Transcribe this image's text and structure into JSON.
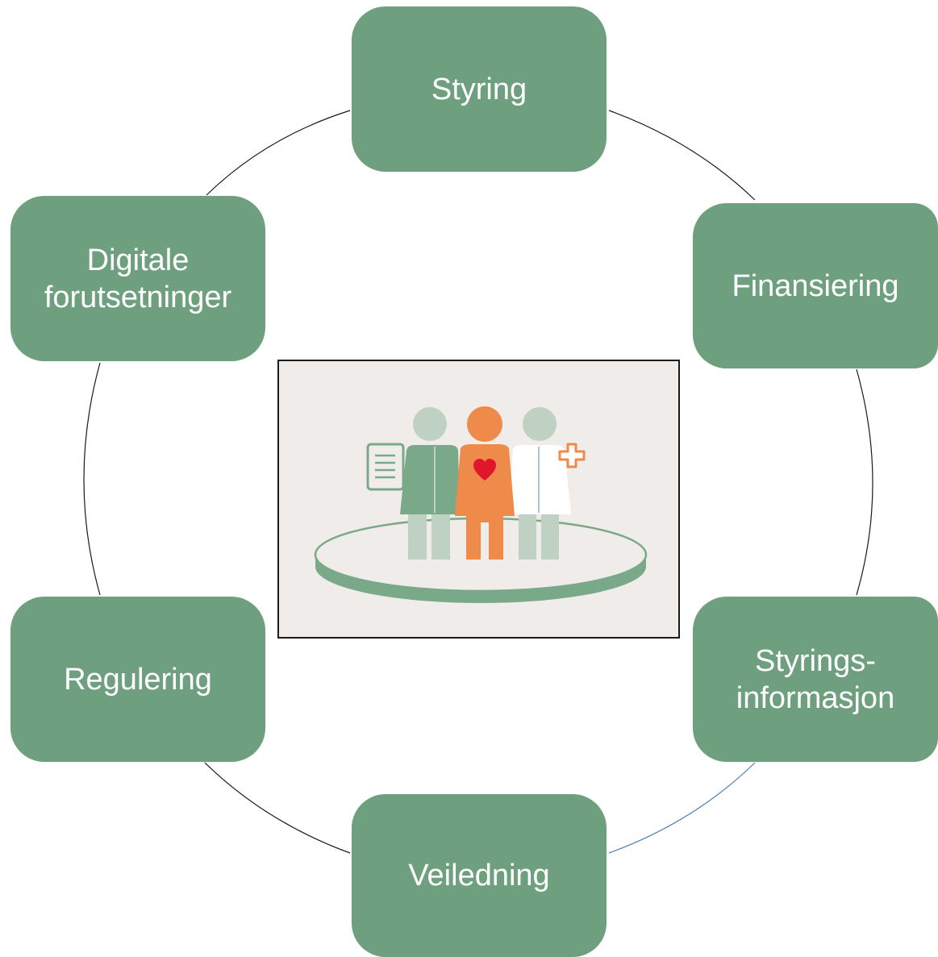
{
  "colors": {
    "node_fill": "#6e9f7e",
    "ring_line": "#1a1a1a",
    "ring_accent_line": "#4a7fb5",
    "frame_background": "#efece9",
    "person_left": "#7aa98a",
    "person_center": "#ee8a4a",
    "person_right": "#ffffff",
    "heart": "#e0162b",
    "platform": "#7aa98a"
  },
  "nodes": [
    {
      "id": "styring",
      "lines": [
        "Styring"
      ]
    },
    {
      "id": "finansiering",
      "lines": [
        "Finansiering"
      ]
    },
    {
      "id": "styringsinformasjon",
      "lines": [
        "Styrings-",
        "informasjon"
      ]
    },
    {
      "id": "veiledning",
      "lines": [
        "Veiledning"
      ]
    },
    {
      "id": "regulering",
      "lines": [
        "Regulering"
      ]
    },
    {
      "id": "digitale",
      "lines": [
        "Digitale",
        "forutsetninger"
      ]
    }
  ],
  "center": {
    "icons": [
      "document-icon",
      "heart-icon",
      "medical-cross-icon"
    ]
  }
}
